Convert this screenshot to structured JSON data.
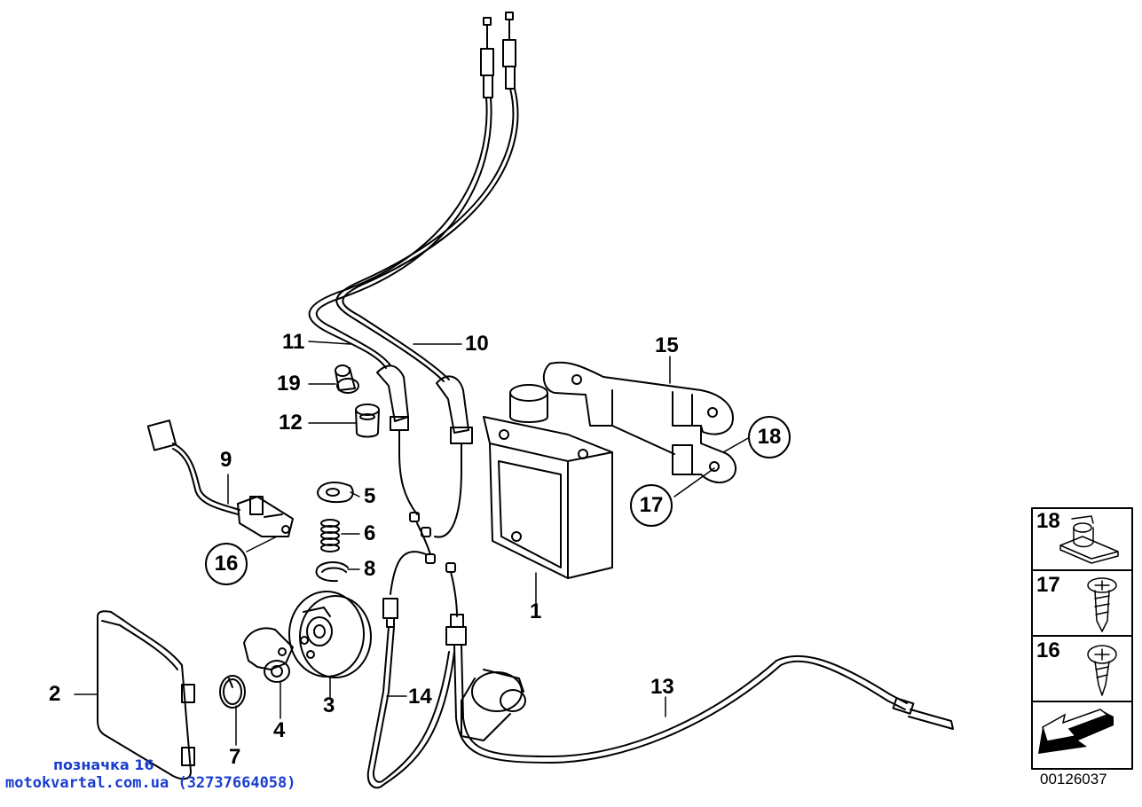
{
  "part_labels": {
    "p1": "1",
    "p2": "2",
    "p3": "3",
    "p4": "4",
    "p5": "5",
    "p6": "6",
    "p7": "7",
    "p8": "8",
    "p9": "9",
    "p10": "10",
    "p11": "11",
    "p12": "12",
    "p13": "13",
    "p14": "14",
    "p15": "15",
    "p16": "16",
    "p17": "17",
    "p18": "18",
    "p19": "19"
  },
  "legend": {
    "item18": "18",
    "item17": "17",
    "item16": "16"
  },
  "overlay_note": "позначка 16",
  "watermark": "motokvartal.com.ua (32737664058)",
  "diagram_id": "00126037"
}
